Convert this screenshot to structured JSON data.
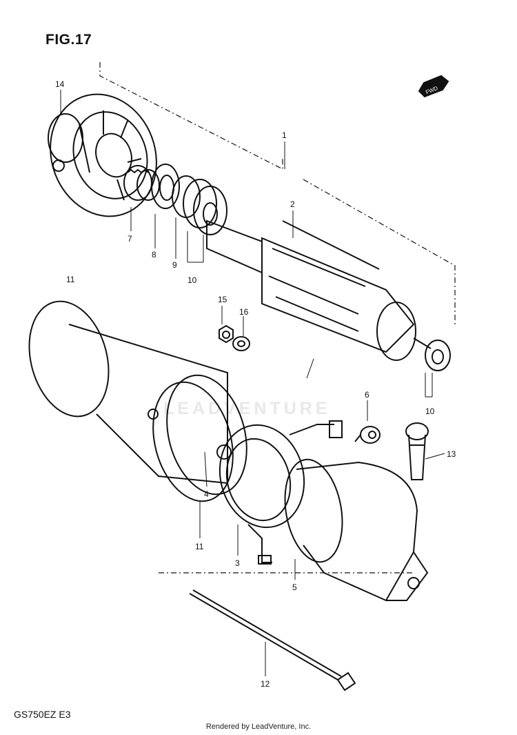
{
  "figure": {
    "title": "FIG.17",
    "model": "GS750EZ E3",
    "direction_label": "FWD",
    "credit": "Rendered by LeadVenture, Inc.",
    "watermark": "LEADVENTURE"
  },
  "callouts": {
    "c1": "1",
    "c2": "2",
    "c3": "3",
    "c4": "4",
    "c5": "5",
    "c6": "6",
    "c7": "7",
    "c8": "8",
    "c9": "9",
    "c10a": "10",
    "c10b": "10",
    "c11a": "11",
    "c11b": "11",
    "c12": "12",
    "c13": "13",
    "c14": "14",
    "c15": "15",
    "c16": "16"
  },
  "colors": {
    "ink": "#111111",
    "watermark": "#969696"
  }
}
